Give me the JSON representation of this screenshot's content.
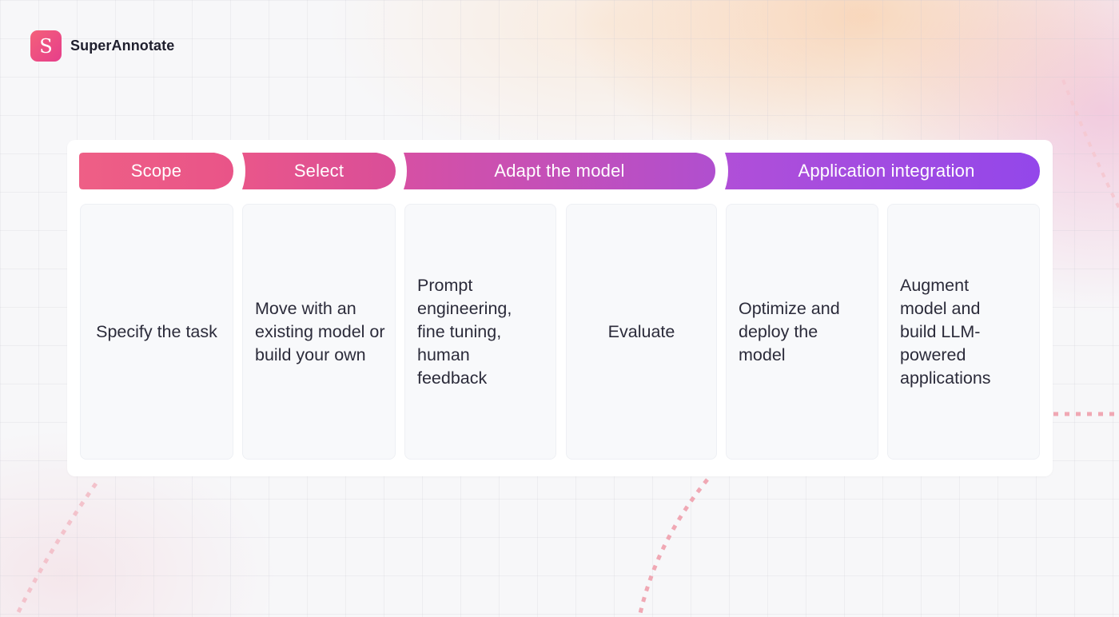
{
  "brand": {
    "logo_letter": "S",
    "name": "SuperAnnotate"
  },
  "phases": [
    {
      "label": "Scope",
      "color_start": "#ee5f86",
      "color_end": "#e95488"
    },
    {
      "label": "Select",
      "color_start": "#e9568a",
      "color_end": "#d94e99"
    },
    {
      "label": "Adapt the model",
      "color_start": "#d650a4",
      "color_end": "#b04fcf"
    },
    {
      "label": "Application integration",
      "color_start": "#b04fd8",
      "color_end": "#9347ea"
    }
  ],
  "steps": [
    {
      "text": "Specify the task"
    },
    {
      "text": "Move with an existing model or build your own"
    },
    {
      "text": "Prompt engineering, fine tuning, human feedback"
    },
    {
      "text": "Evaluate"
    },
    {
      "text": "Optimize and deploy the model"
    },
    {
      "text": "Augment model and build LLM-powered applications"
    }
  ]
}
